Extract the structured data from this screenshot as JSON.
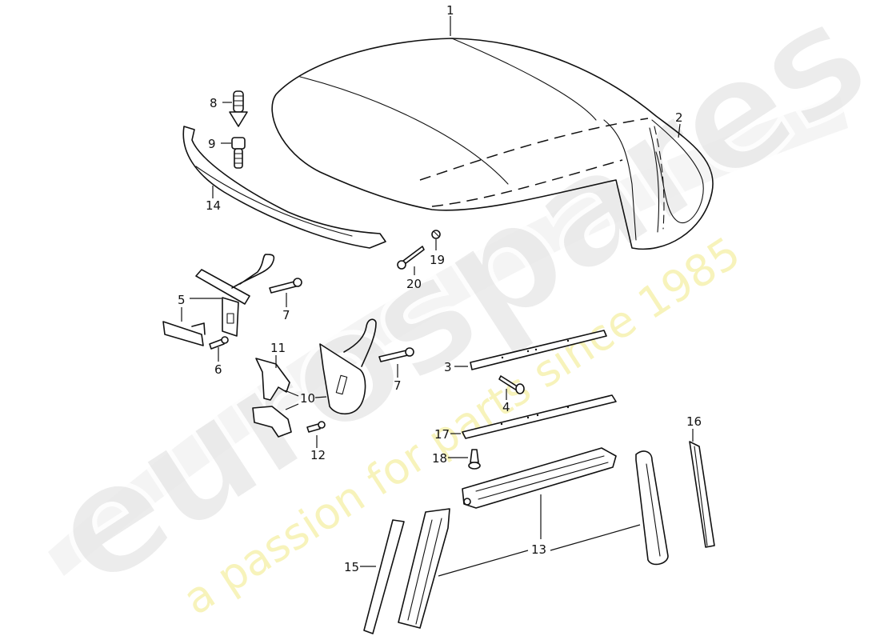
{
  "diagram": {
    "type": "exploded parts diagram",
    "subject": "convertible soft top (hood) assembly",
    "watermark": {
      "brand": "eurospares",
      "tagline": "a passion for parts since 1985",
      "brand_color": "#e9e9e9",
      "tagline_color": "#f6f2b0"
    },
    "callouts": [
      {
        "id": "1",
        "label": "1",
        "part": "soft top cover"
      },
      {
        "id": "2",
        "label": "2",
        "part": "rear window / rear section"
      },
      {
        "id": "3",
        "label": "3",
        "part": "trim strip"
      },
      {
        "id": "4",
        "label": "4",
        "part": "screw"
      },
      {
        "id": "5",
        "label": "5",
        "part": "latch / lock"
      },
      {
        "id": "6",
        "label": "6",
        "part": "screw"
      },
      {
        "id": "7a",
        "label": "7",
        "part": "screw"
      },
      {
        "id": "7b",
        "label": "7",
        "part": "screw"
      },
      {
        "id": "8",
        "label": "8",
        "part": "stud"
      },
      {
        "id": "9",
        "label": "9",
        "part": "bolt"
      },
      {
        "id": "10",
        "label": "10",
        "part": "bracket"
      },
      {
        "id": "11",
        "label": "11",
        "part": "bracket"
      },
      {
        "id": "12",
        "label": "12",
        "part": "screw"
      },
      {
        "id": "13",
        "label": "13",
        "part": "seal strip (3 pcs)"
      },
      {
        "id": "14",
        "label": "14",
        "part": "front bow seal"
      },
      {
        "id": "15",
        "label": "15",
        "part": "retaining rail"
      },
      {
        "id": "16",
        "label": "16",
        "part": "retaining rail"
      },
      {
        "id": "17",
        "label": "17",
        "part": "retaining strip"
      },
      {
        "id": "18",
        "label": "18",
        "part": "screw"
      },
      {
        "id": "19",
        "label": "19",
        "part": "clip"
      },
      {
        "id": "20",
        "label": "20",
        "part": "screw"
      }
    ]
  }
}
